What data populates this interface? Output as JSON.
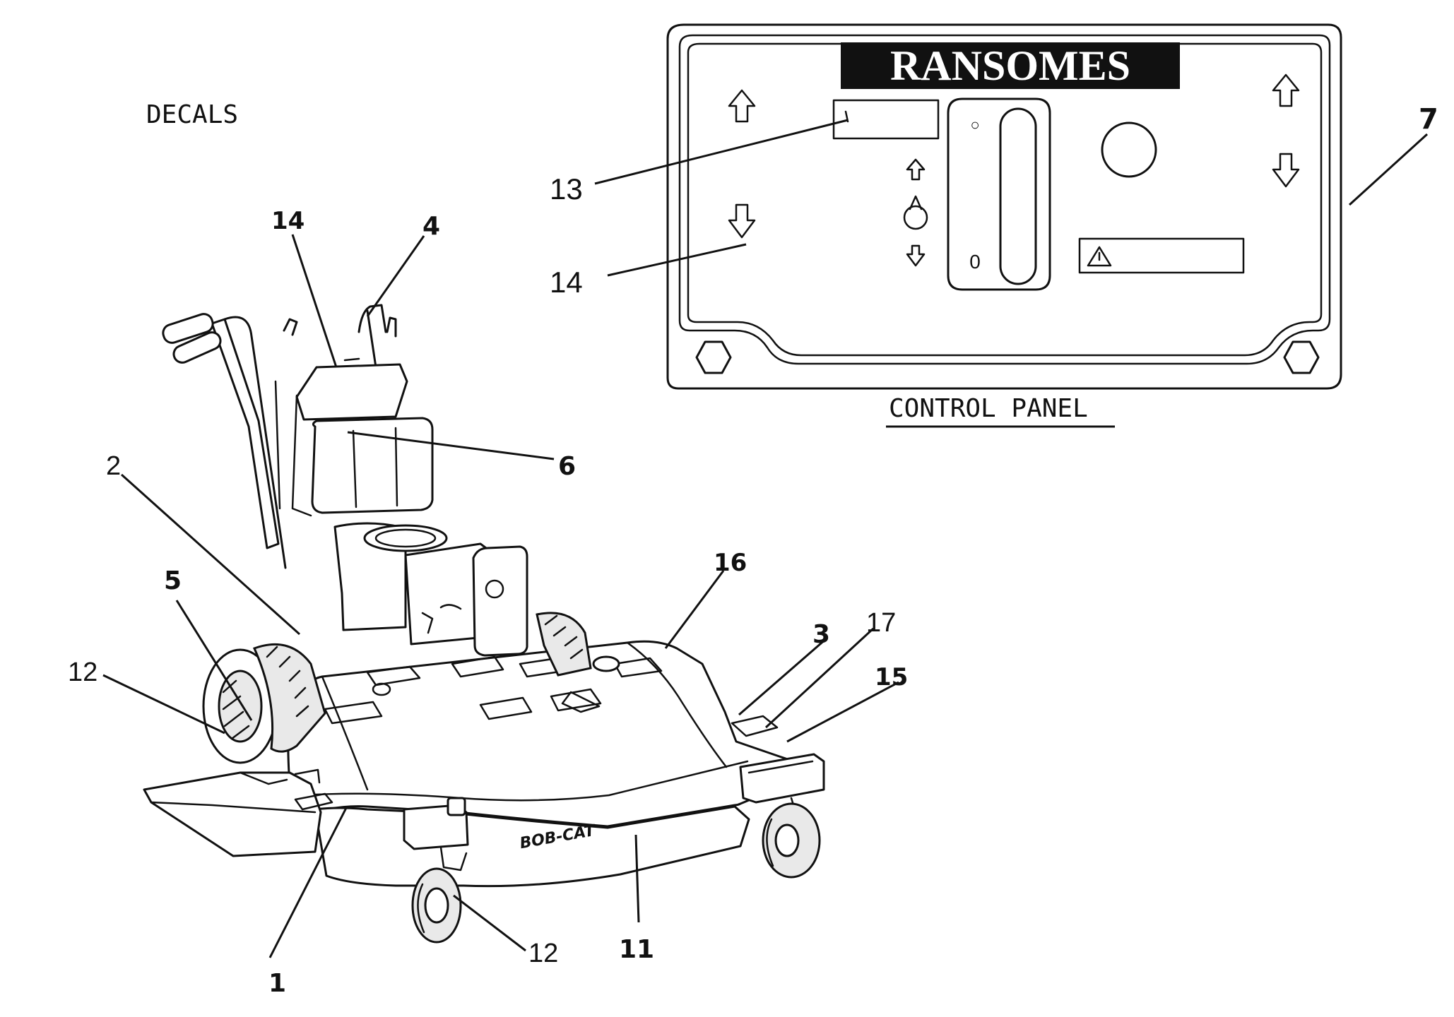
{
  "section_title": "DECALS",
  "control_panel": {
    "caption": "CONTROL PANEL",
    "brand": "RANSOMES",
    "throttle_fast_mark": "○",
    "throttle_stop_mark": "0",
    "warning_symbol": "⚠"
  },
  "callouts": {
    "c1": "1",
    "c2": "2",
    "c3": "3",
    "c4": "4",
    "c5": "5",
    "c6": "6",
    "c7": "7",
    "c11": "11",
    "c12a": "12",
    "c12b": "12",
    "c13": "13",
    "c14a": "14",
    "c14b": "14",
    "c15": "15",
    "c16": "16",
    "c17": "17"
  },
  "deck_brand": "BOB-CAT"
}
